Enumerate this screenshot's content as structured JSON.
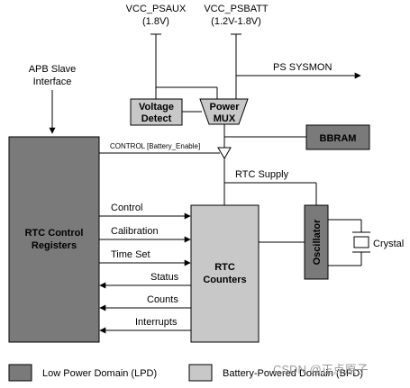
{
  "supplies": {
    "psaux_name": "VCC_PSAUX",
    "psaux_volt": "(1.8V)",
    "psbatt_name": "VCC_PSBATT",
    "psbatt_volt": "(1.2V-1.8V)"
  },
  "apb": {
    "line1": "APB Slave",
    "line2": "Interface"
  },
  "blocks": {
    "voltage_detect_1": "Voltage",
    "voltage_detect_2": "Detect",
    "power_mux_1": "Power",
    "power_mux_2": "MUX",
    "bbram": "BBRAM",
    "rtc_control_1": "RTC Control",
    "rtc_control_2": "Registers",
    "rtc_counters_1": "RTC",
    "rtc_counters_2": "Counters",
    "oscillator": "Oscillator",
    "crystal": "Crystal"
  },
  "signals": {
    "ps_sysmon": "PS SYSMON",
    "control_battery": "CONTROL [Battery_Enable]",
    "rtc_supply": "RTC Supply",
    "control": "Control",
    "calibration": "Calibration",
    "time_set": "Time Set",
    "status": "Status",
    "counts": "Counts",
    "interrupts": "Interrupts"
  },
  "legend": {
    "lpd": "Low Power Domain (LPD)",
    "bpd": "Battery-Powered Domain (BPD)"
  },
  "watermark": "CSDN @正点原子",
  "colors": {
    "lpd": "#7a7a7a",
    "bpd": "#c8c8c8",
    "line": "#000000"
  }
}
